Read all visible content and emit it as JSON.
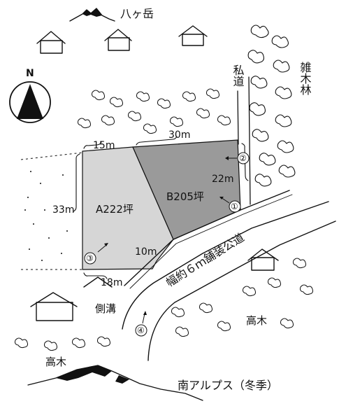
{
  "map": {
    "labels": {
      "mountain_north": "八ヶ岳",
      "private_road": "私道",
      "thicket": "雑木林",
      "north": "N",
      "plot_a": "A222坪",
      "plot_b": "B205坪",
      "public_road": "幅約６ｍ舗装公道",
      "gutter": "側溝",
      "tall_trees_left": "高木",
      "tall_trees_right": "高木",
      "alps": "南アルプス（冬季）"
    },
    "dimensions": {
      "top_a": "15m",
      "top_b": "30m",
      "right_b": "22m",
      "left_a": "33m",
      "bottom_a": "18m",
      "bottom_b": "10m"
    },
    "viewpoints": [
      "①",
      "②",
      "③",
      "④"
    ],
    "colors": {
      "plot_a": "#d6d6d6",
      "plot_b": "#9a9a9a",
      "ink": "#111111"
    }
  }
}
